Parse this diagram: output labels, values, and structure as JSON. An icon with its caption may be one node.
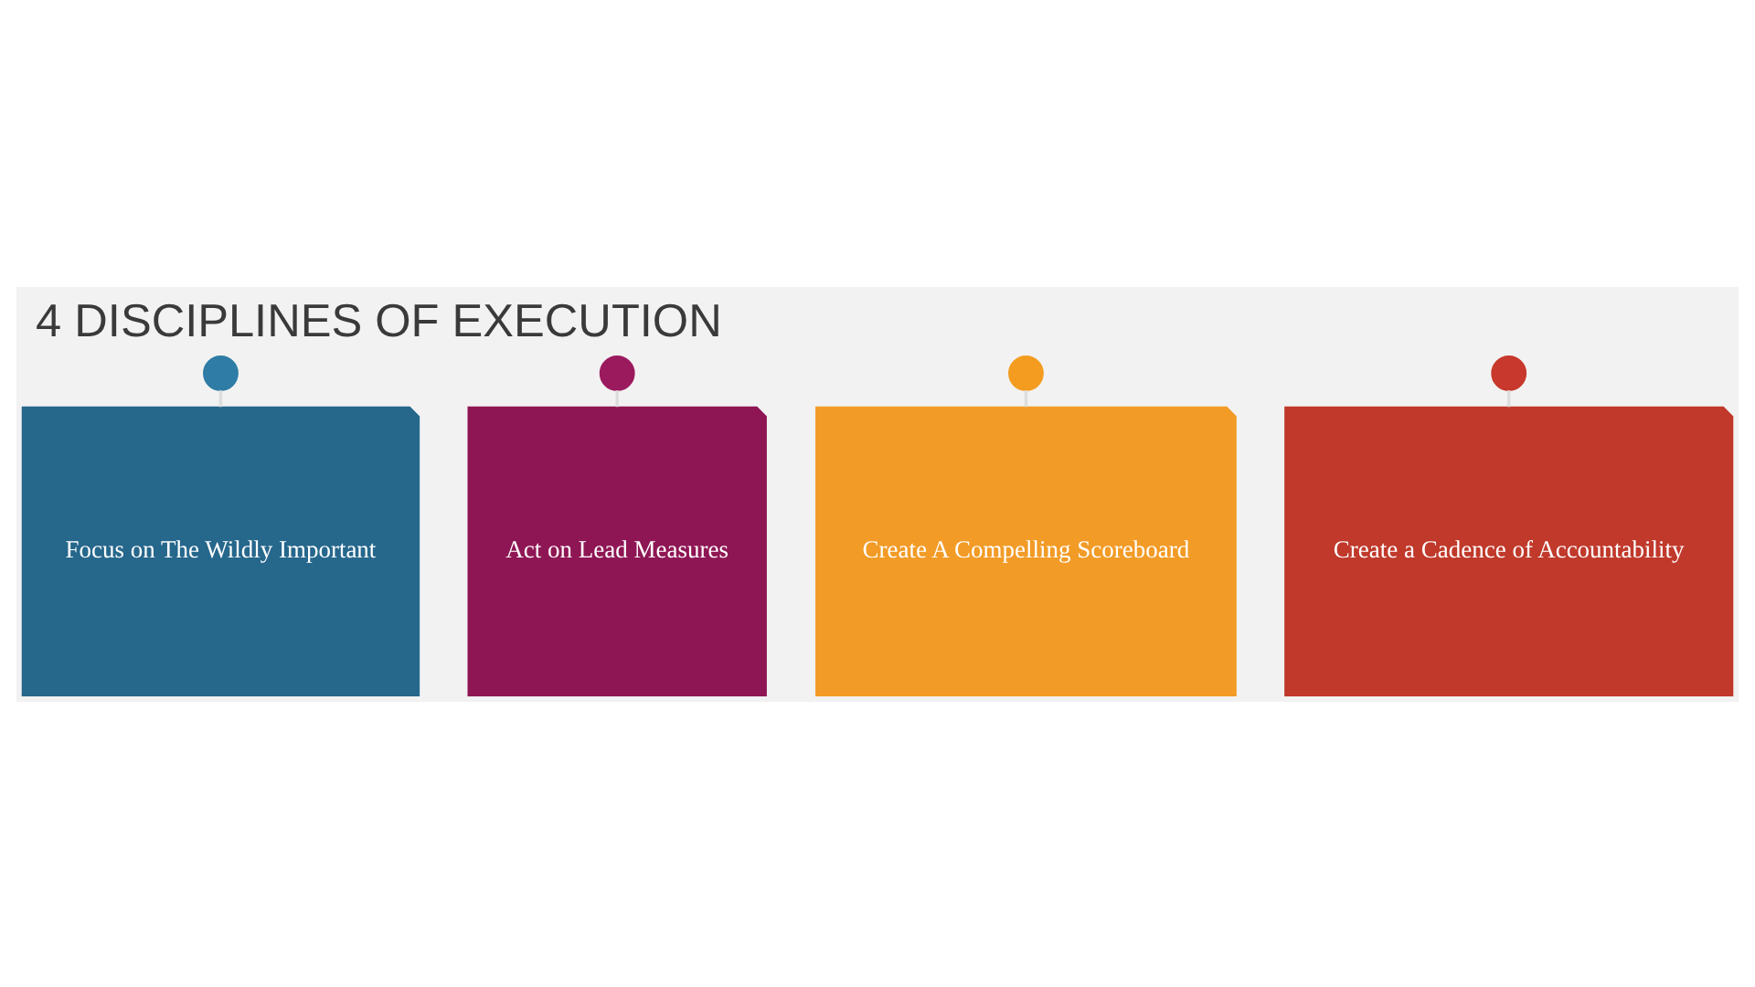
{
  "diagram": {
    "title": "4 DISCIPLINES OF EXECUTION",
    "nodes": [
      {
        "text": [],
        "shape": "circle"
      },
      {
        "text": [
          "Focus on The Wildly Important"
        ]
      },
      {
        "text": [],
        "shape": "circle"
      },
      {
        "text": [
          "Act on Lead Measures"
        ]
      },
      {
        "text": [],
        "shape": "circle"
      },
      {
        "text": [
          "Create A Compelling Scoreboard"
        ]
      },
      {
        "text": [],
        "shape": "circle"
      },
      {
        "text": [
          "Create a Cadence of Accountability"
        ]
      }
    ],
    "edges": [
      {
        "from": 0,
        "to": 1,
        "arrow": "none"
      },
      {
        "from": 2,
        "to": 3,
        "arrow": "none"
      },
      {
        "from": 4,
        "to": 5,
        "arrow": "none"
      },
      {
        "from": 6,
        "to": 7,
        "arrow": "none"
      }
    ]
  }
}
